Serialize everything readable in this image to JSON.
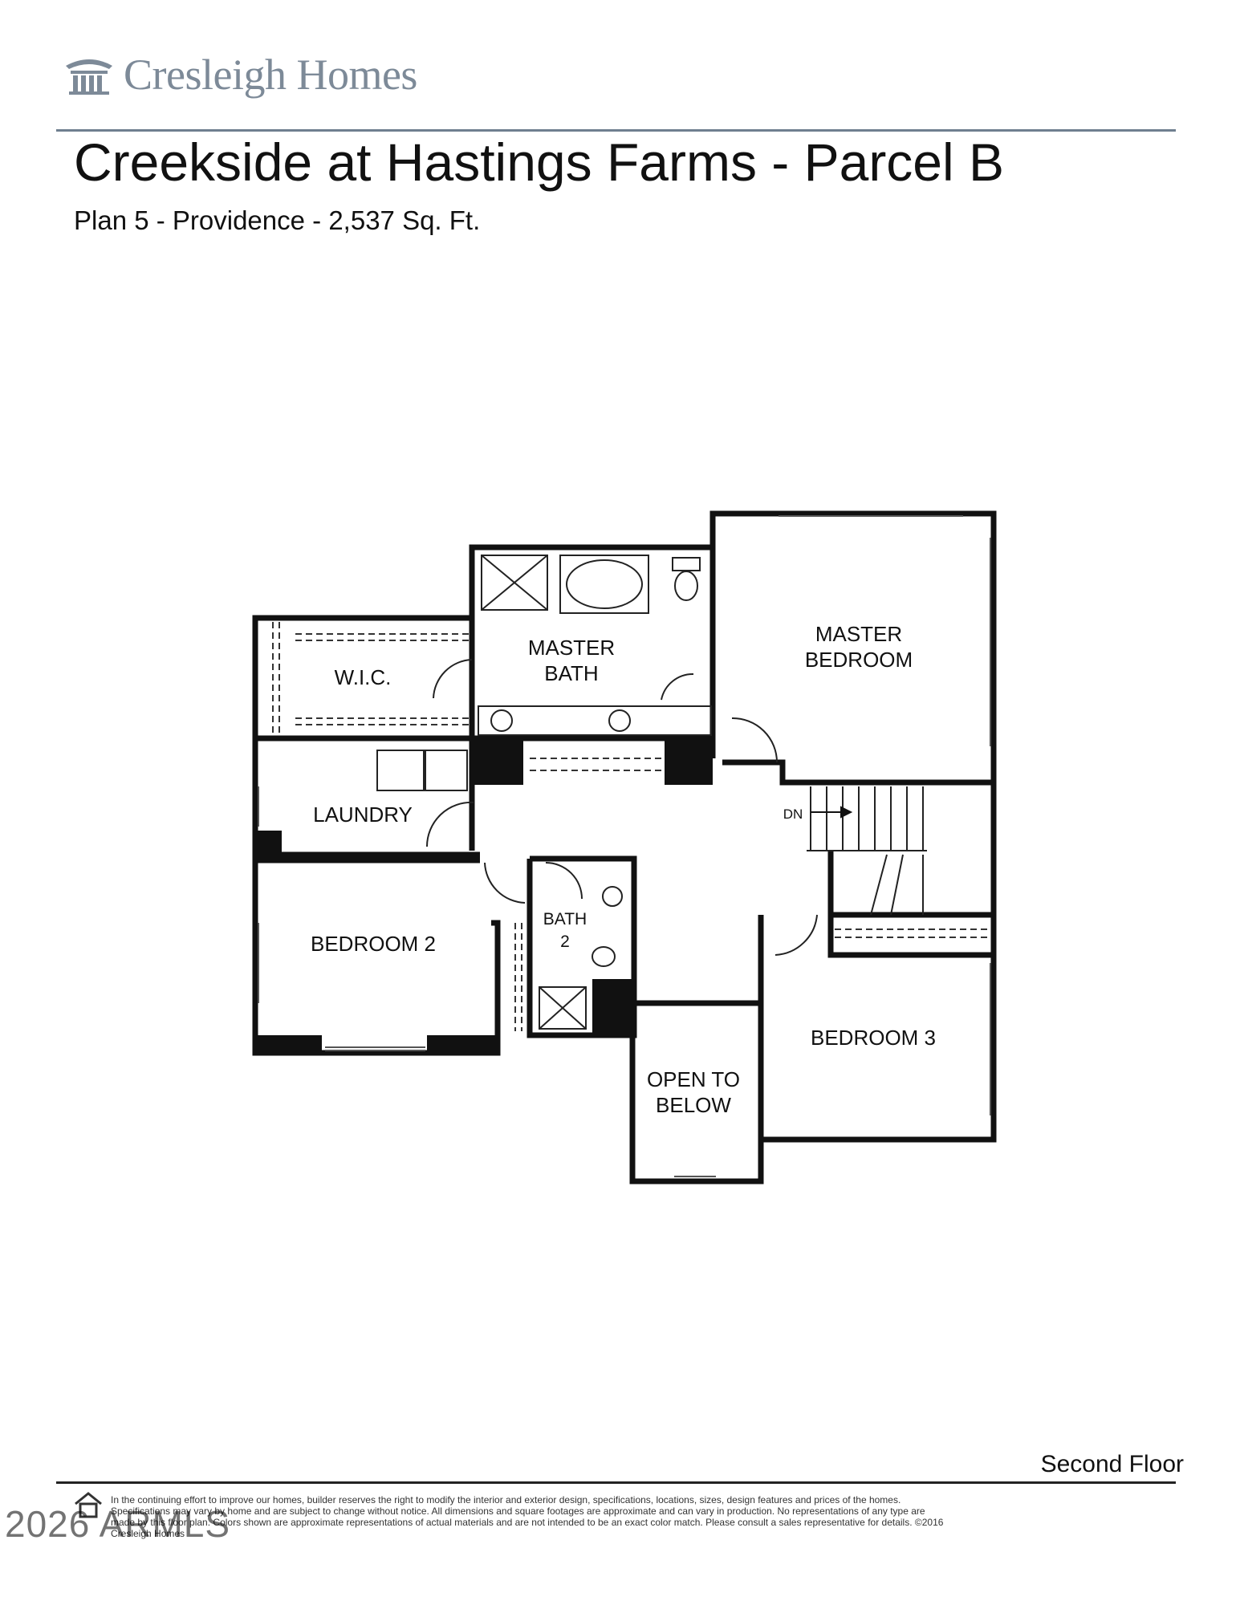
{
  "brand": {
    "name": "Cresleigh Homes",
    "logo_icon": "columns-icon",
    "color": "#7d8a98"
  },
  "header": {
    "title": "Creekside at Hastings Farms - Parcel B",
    "subtitle": "Plan 5 - Providence - 2,537 Sq. Ft."
  },
  "floorplan": {
    "rooms": {
      "wic": "W.I.C.",
      "master_bath_1": "MASTER",
      "master_bath_2": "BATH",
      "master_bedroom_1": "MASTER",
      "master_bedroom_2": "BEDROOM",
      "laundry": "LAUNDRY",
      "bedroom2": "BEDROOM 2",
      "bath2_1": "BATH",
      "bath2_2": "2",
      "bedroom3": "BEDROOM 3",
      "open_below_1": "OPEN TO",
      "open_below_2": "BELOW",
      "stairs_dn": "DN"
    }
  },
  "footer": {
    "floor_label": "Second Floor",
    "disclaimer": "In the continuing effort to improve our homes, builder reserves the right to modify the interior and exterior design, specifications, locations, sizes, design features and prices of the homes. Specifications may vary by home and are subject to change without notice. All dimensions and square footages are approximate and can vary in production. No representations of any type are made by this floor plan. Colors shown are approximate representations of actual materials and are not intended to be an exact color match. Please consult a sales representative for details. ©2016 Cresleigh Homes",
    "watermark": "2026 ARMLS"
  }
}
